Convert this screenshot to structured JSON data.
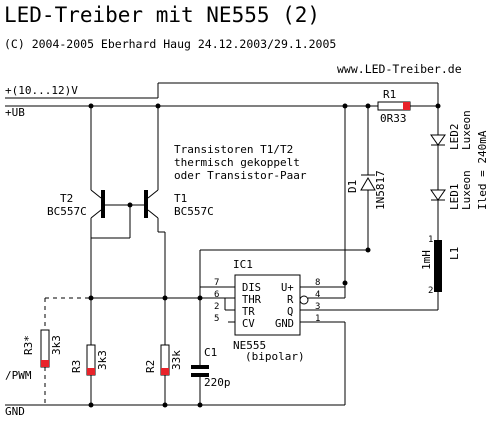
{
  "header": {
    "title": "LED-Treiber mit NE555 (2)",
    "copyright": "(C) 2004-2005 Eberhard Haug 24.12.2003/29.1.2005",
    "website": "www.LED-Treiber.de"
  },
  "nets": {
    "supply_range": "+(10...12)V",
    "ub": "+UB",
    "gnd": "GND",
    "pwm": "/PWM"
  },
  "notes": {
    "line1": "Transistoren T1/T2",
    "line2": "thermisch gekoppelt",
    "line3": "oder Transistor-Paar",
    "current": "Iled = 240mA"
  },
  "components": {
    "t2": {
      "ref": "T2",
      "type": "BC557C"
    },
    "t1": {
      "ref": "T1",
      "type": "BC557C"
    },
    "r1": {
      "ref": "R1",
      "value": "0R33"
    },
    "d1": {
      "ref": "D1",
      "value": "1N5817"
    },
    "led2": {
      "ref": "LED2",
      "value": "Luxeon"
    },
    "led1": {
      "ref": "LED1",
      "value": "Luxeon"
    },
    "l1": {
      "ref": "L1",
      "value": "1mH",
      "pin1": "1",
      "pin2": "2"
    },
    "ic1": {
      "ref": "IC1",
      "type": "NE555",
      "subtype": "(bipolar)",
      "pins": {
        "dis": "DIS",
        "thr": "THR",
        "tr": "TR",
        "cv": "CV",
        "vplus": "U+",
        "r": "R",
        "q": "Q",
        "gnd": "GND",
        "n7": "7",
        "n6": "6",
        "n2": "2",
        "n5": "5",
        "n8": "8",
        "n4": "4",
        "n3": "3",
        "n1": "1"
      }
    },
    "r3star": {
      "ref": "R3*",
      "value": "3k3"
    },
    "r3": {
      "ref": "R3",
      "value": "3k3"
    },
    "r2": {
      "ref": "R2",
      "value": "33k"
    },
    "c1": {
      "ref": "C1",
      "value": "220p"
    }
  },
  "colors": {
    "ink": "#000000",
    "background": "#ffffff",
    "resistor_band": "#e8232a"
  }
}
